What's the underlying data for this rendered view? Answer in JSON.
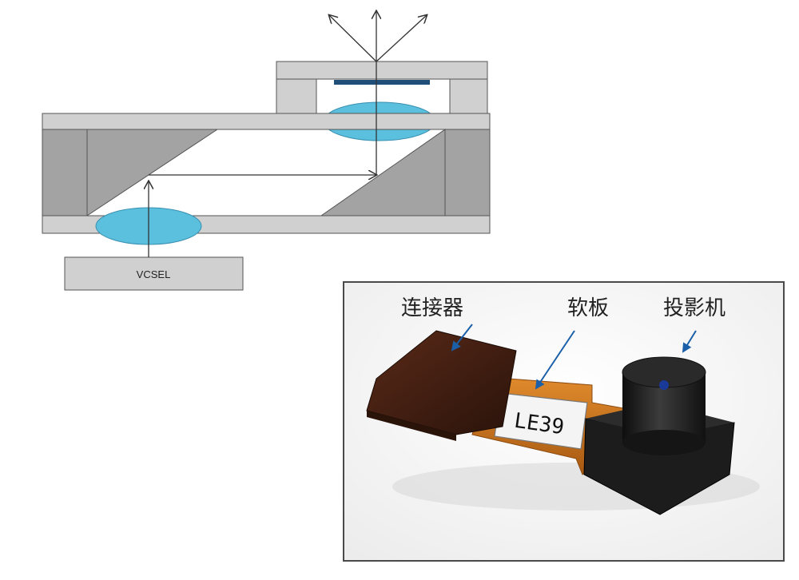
{
  "diagram": {
    "emitter_label": "VCSEL",
    "colors": {
      "housing": "#d0d0d0",
      "housing_dark": "#a3a3a3",
      "outline": "#555555",
      "lens": "#5bc0de",
      "doe_plate": "#1f4e79",
      "beam": "#333333"
    }
  },
  "photo": {
    "labels": {
      "connector": "连接器",
      "flex_board": "软板",
      "projector": "投影机"
    },
    "chip_marking": "LE39",
    "colors": {
      "arrow": "#1a5fa8",
      "connector": "#3b1e12",
      "flex": "#c8711b",
      "module": "#1c1c1c"
    }
  }
}
